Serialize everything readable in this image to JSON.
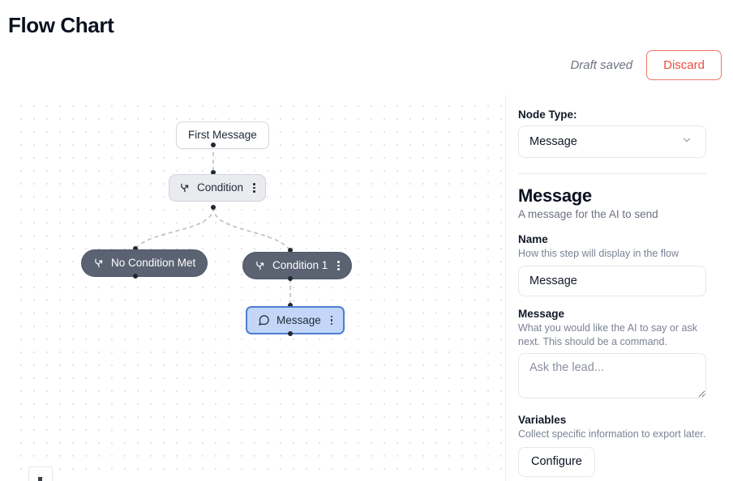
{
  "header": {
    "title": "Flow Chart",
    "draft_status": "Draft saved",
    "discard_label": "Discard",
    "discard_color": "#ef4b3c"
  },
  "canvas": {
    "nodes": [
      {
        "id": "first-message",
        "label": "First Message",
        "type": "start",
        "icon": null,
        "has_menu": false
      },
      {
        "id": "condition",
        "label": "Condition",
        "type": "condition",
        "icon": "branch-icon",
        "has_menu": true
      },
      {
        "id": "no-condition-met",
        "label": "No Condition Met",
        "type": "branch",
        "icon": "branch-icon",
        "has_menu": false
      },
      {
        "id": "condition-1",
        "label": "Condition 1",
        "type": "branch",
        "icon": "branch-icon",
        "has_menu": true
      },
      {
        "id": "message",
        "label": "Message",
        "type": "message",
        "icon": "message-bubble-icon",
        "has_menu": true,
        "selected": true
      }
    ],
    "selected_node_color": "#c3d6f7",
    "selected_border_color": "#4b7fd1",
    "branch_node_color": "#5b6272"
  },
  "panel": {
    "node_type_label": "Node Type:",
    "node_type_value": "Message",
    "heading": "Message",
    "subtitle": "A message for the AI to send",
    "name_field": {
      "title": "Name",
      "help": "How this step will display in the flow",
      "value": "Message",
      "placeholder": "Name"
    },
    "message_field": {
      "title": "Message",
      "help": "What you would like the AI to say or ask next. This should be a command.",
      "value": "",
      "placeholder": "Ask the lead..."
    },
    "variables_field": {
      "title": "Variables",
      "help": "Collect specific information to export later.",
      "button_label": "Configure"
    }
  }
}
